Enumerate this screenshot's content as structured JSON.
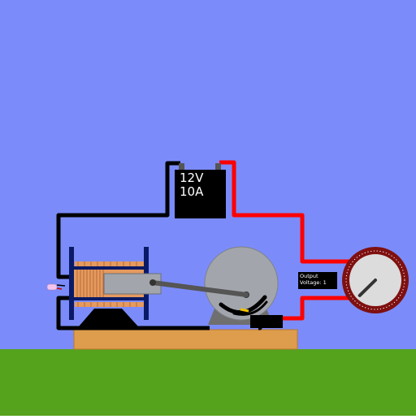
{
  "battery": {
    "voltage_label": "12V",
    "current_label": "10A"
  },
  "readout": {
    "line1": "Output",
    "line2": "Voltage: 1"
  },
  "gauge": {
    "needle_fraction": 0.08
  },
  "colors": {
    "sky": "#7b8cfa",
    "grass": "#55a21d",
    "wire_negative": "#000000",
    "wire_positive": "#ff0000",
    "coil_copper": "#e59a5f",
    "frame_navy": "#0a1a66",
    "gauge_rim": "#7f1010",
    "wood_base": "#dd9d4c",
    "flywheel": "#a2a6ac"
  },
  "icons": [
    "battery-icon",
    "flywheel-icon",
    "coil-icon",
    "gauge-icon",
    "led-icon",
    "switch-icon"
  ]
}
